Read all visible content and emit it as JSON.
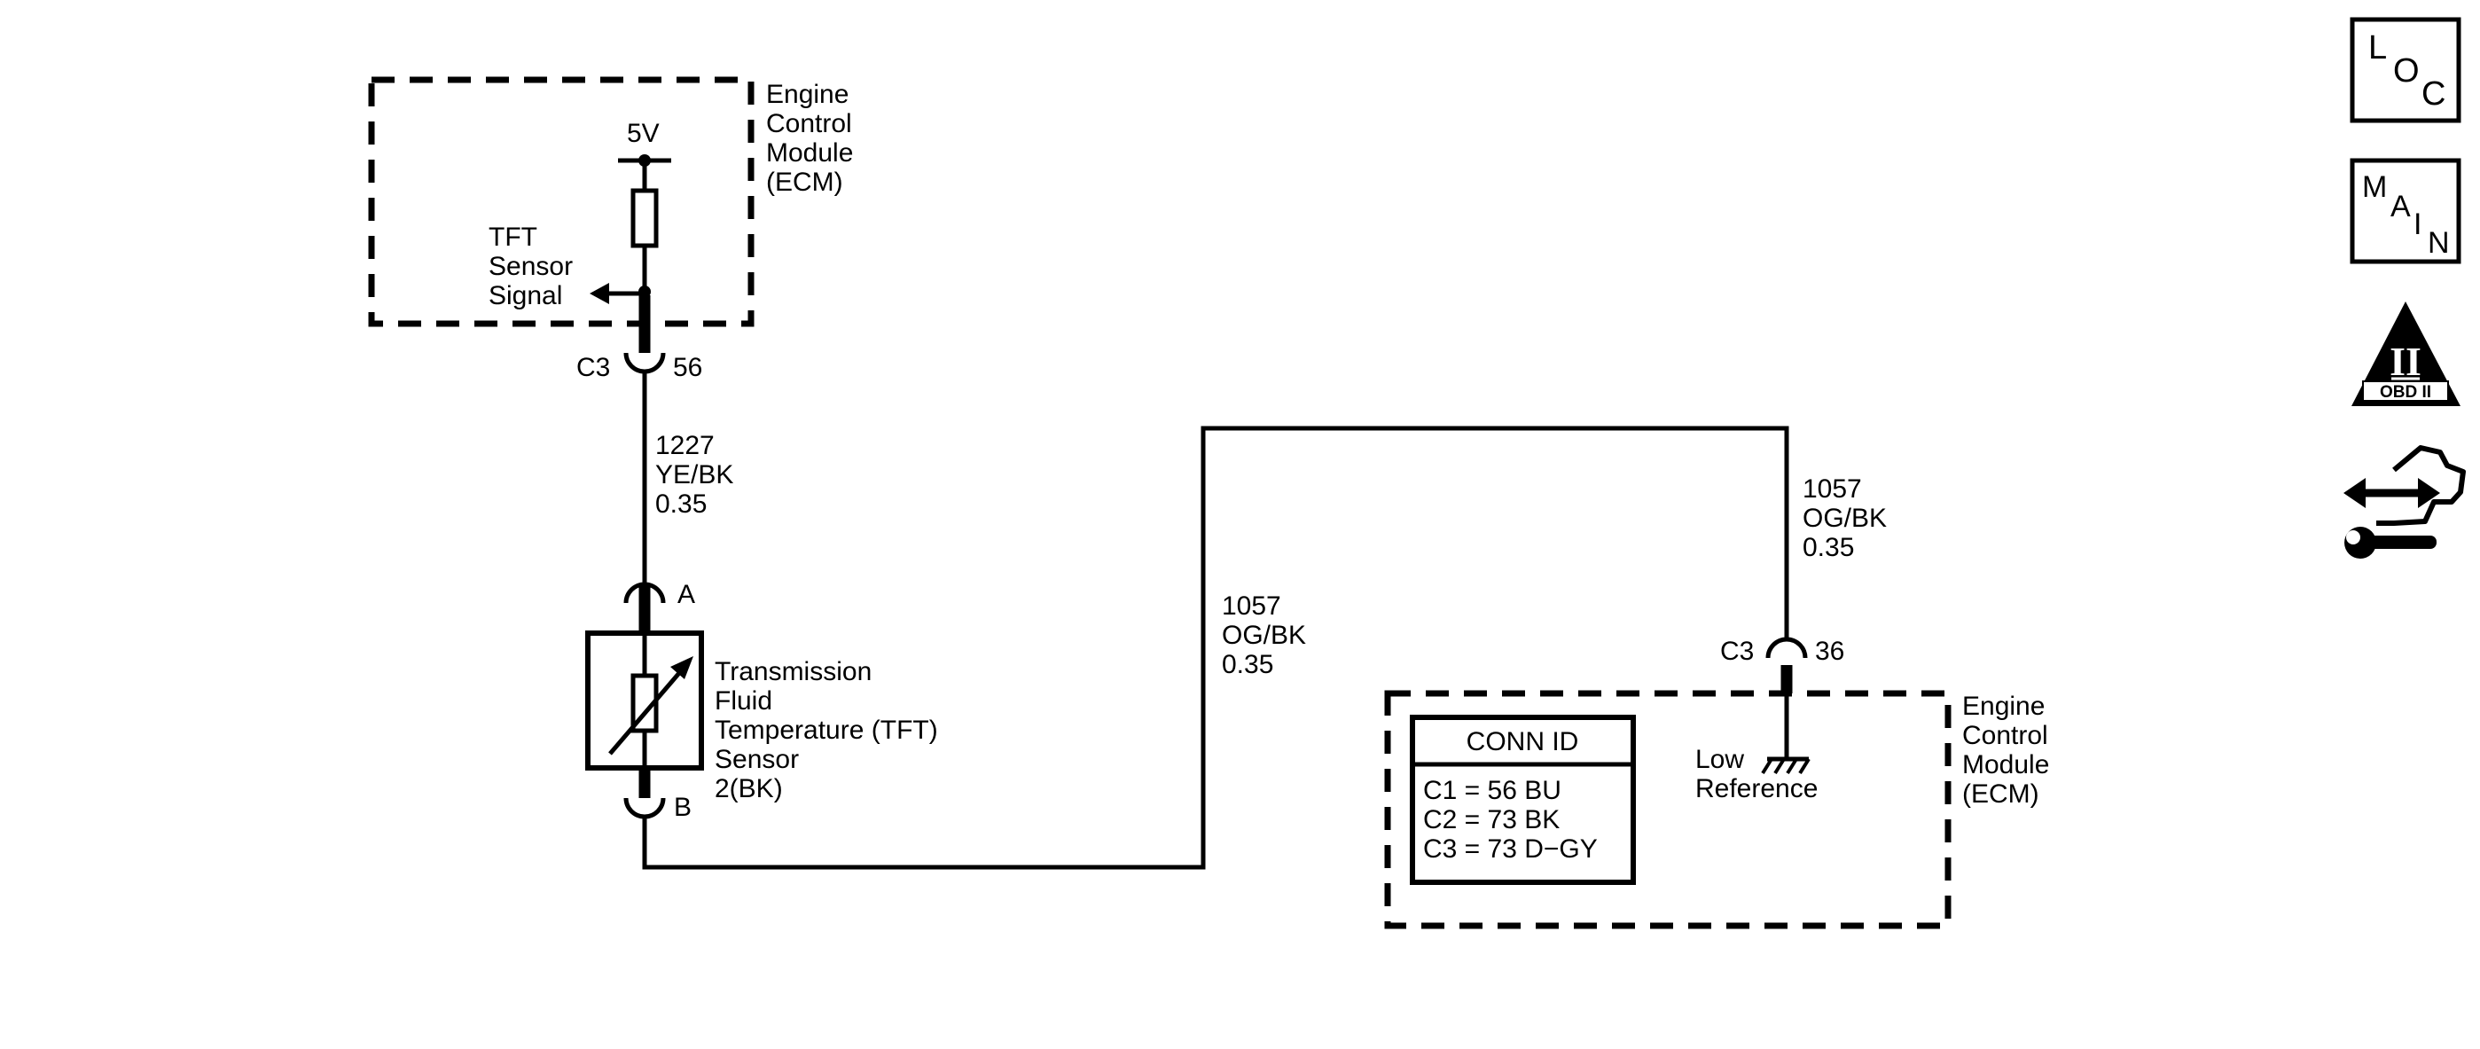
{
  "ecm_top": {
    "name_lines": [
      "Engine",
      "Control",
      "Module",
      "(ECM)"
    ],
    "voltage": "5V",
    "signal_lines": [
      "TFT",
      "Sensor",
      "Signal"
    ],
    "connector": "C3",
    "pin": "56"
  },
  "wire_signal": {
    "circuit": "1227",
    "color": "YE/BK",
    "gauge": "0.35"
  },
  "sensor": {
    "pin_top": "A",
    "pin_bottom": "B",
    "name_lines": [
      "Transmission",
      "Fluid",
      "Temperature (TFT)",
      "Sensor",
      "2(BK)"
    ]
  },
  "wire_ref_left": {
    "circuit": "1057",
    "color": "OG/BK",
    "gauge": "0.35"
  },
  "wire_ref_right": {
    "circuit": "1057",
    "color": "OG/BK",
    "gauge": "0.35"
  },
  "ecm_bottom": {
    "connector": "C3",
    "pin": "36",
    "ref_lines": [
      "Low",
      "Reference"
    ],
    "name_lines": [
      "Engine",
      "Control",
      "Module",
      "(ECM)"
    ],
    "conn_id": {
      "title": "CONN ID",
      "rows": [
        "C1 = 56 BU",
        "C2 = 73 BK",
        "C3 = 73 D−GY"
      ]
    }
  },
  "nav": {
    "loc": [
      "L",
      "O",
      "C"
    ],
    "main": [
      "M",
      "A",
      "I",
      "N"
    ],
    "obd": {
      "numeral": "II",
      "label": "OBD II"
    },
    "icons": [
      "loc-icon",
      "main-icon",
      "obd-ii-icon",
      "diagnostic-tool-icon"
    ]
  }
}
